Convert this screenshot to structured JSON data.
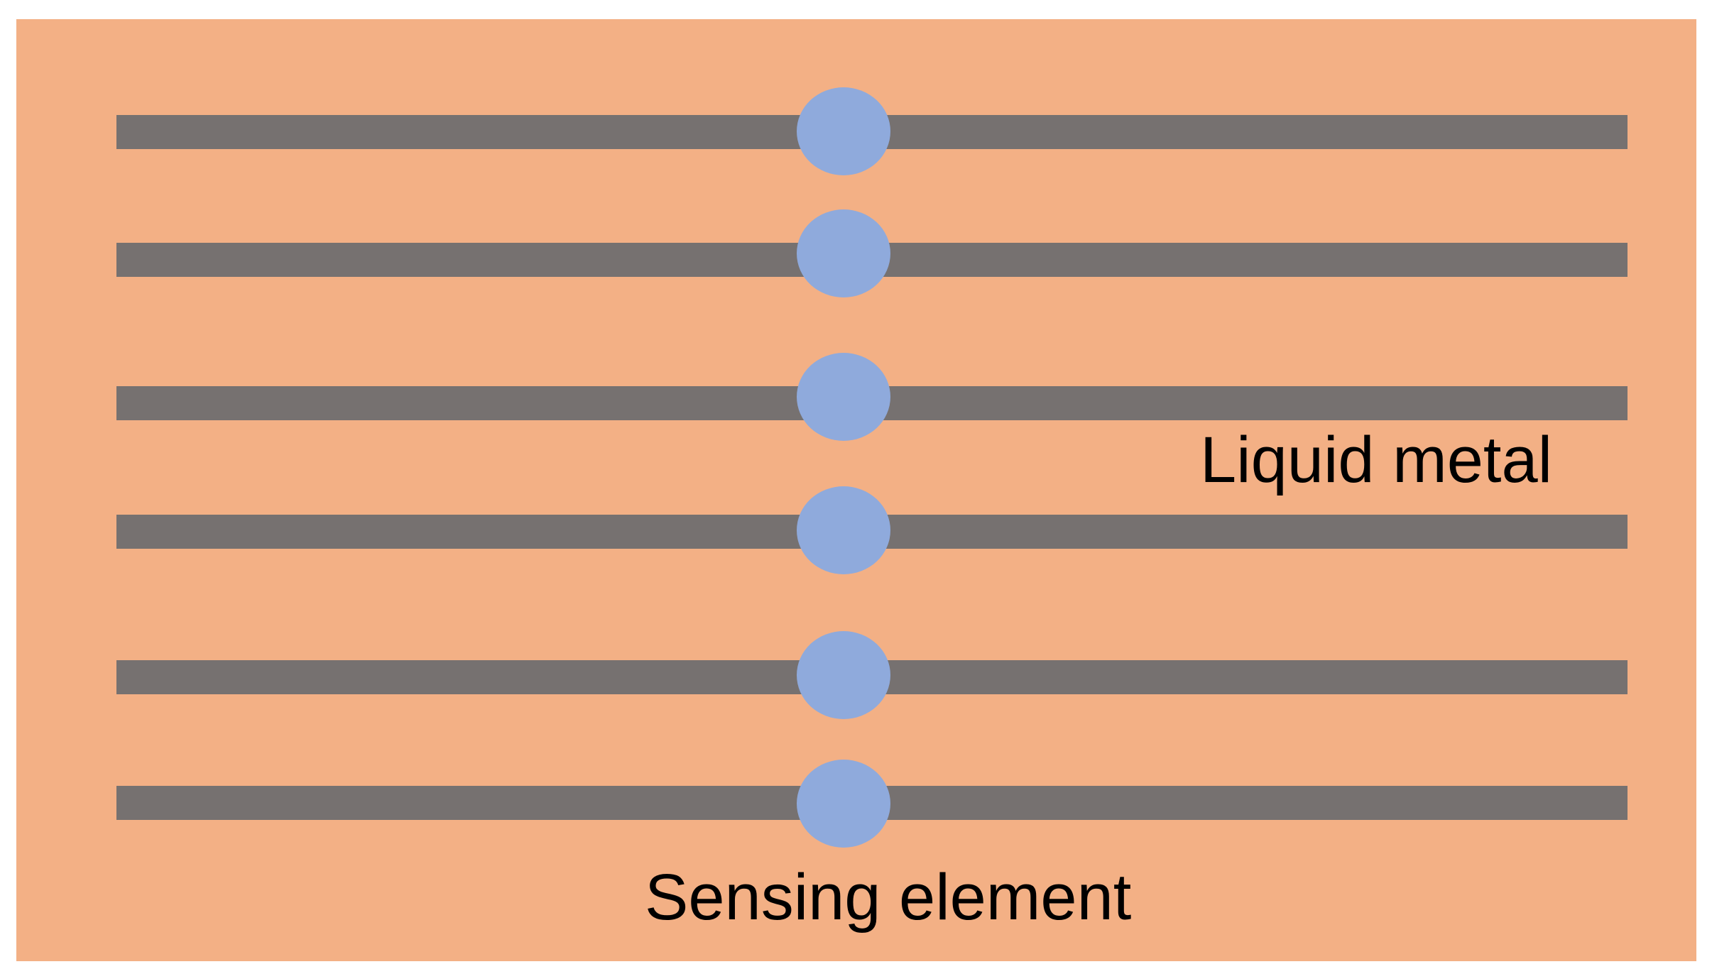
{
  "colors": {
    "panel": "#F3B085",
    "liquid_metal": "#767170",
    "sensing_element": "#8FAADC",
    "text": "#000000"
  },
  "labels": {
    "liquid_metal": "Liquid metal",
    "sensing_element": "Sensing element"
  },
  "strips": [
    {
      "element": "liquid-metal-line",
      "node": "sensing-element"
    },
    {
      "element": "liquid-metal-line",
      "node": "sensing-element"
    },
    {
      "element": "liquid-metal-line",
      "node": "sensing-element"
    },
    {
      "element": "liquid-metal-line",
      "node": "sensing-element"
    },
    {
      "element": "liquid-metal-line",
      "node": "sensing-element"
    },
    {
      "element": "liquid-metal-line",
      "node": "sensing-element"
    }
  ]
}
